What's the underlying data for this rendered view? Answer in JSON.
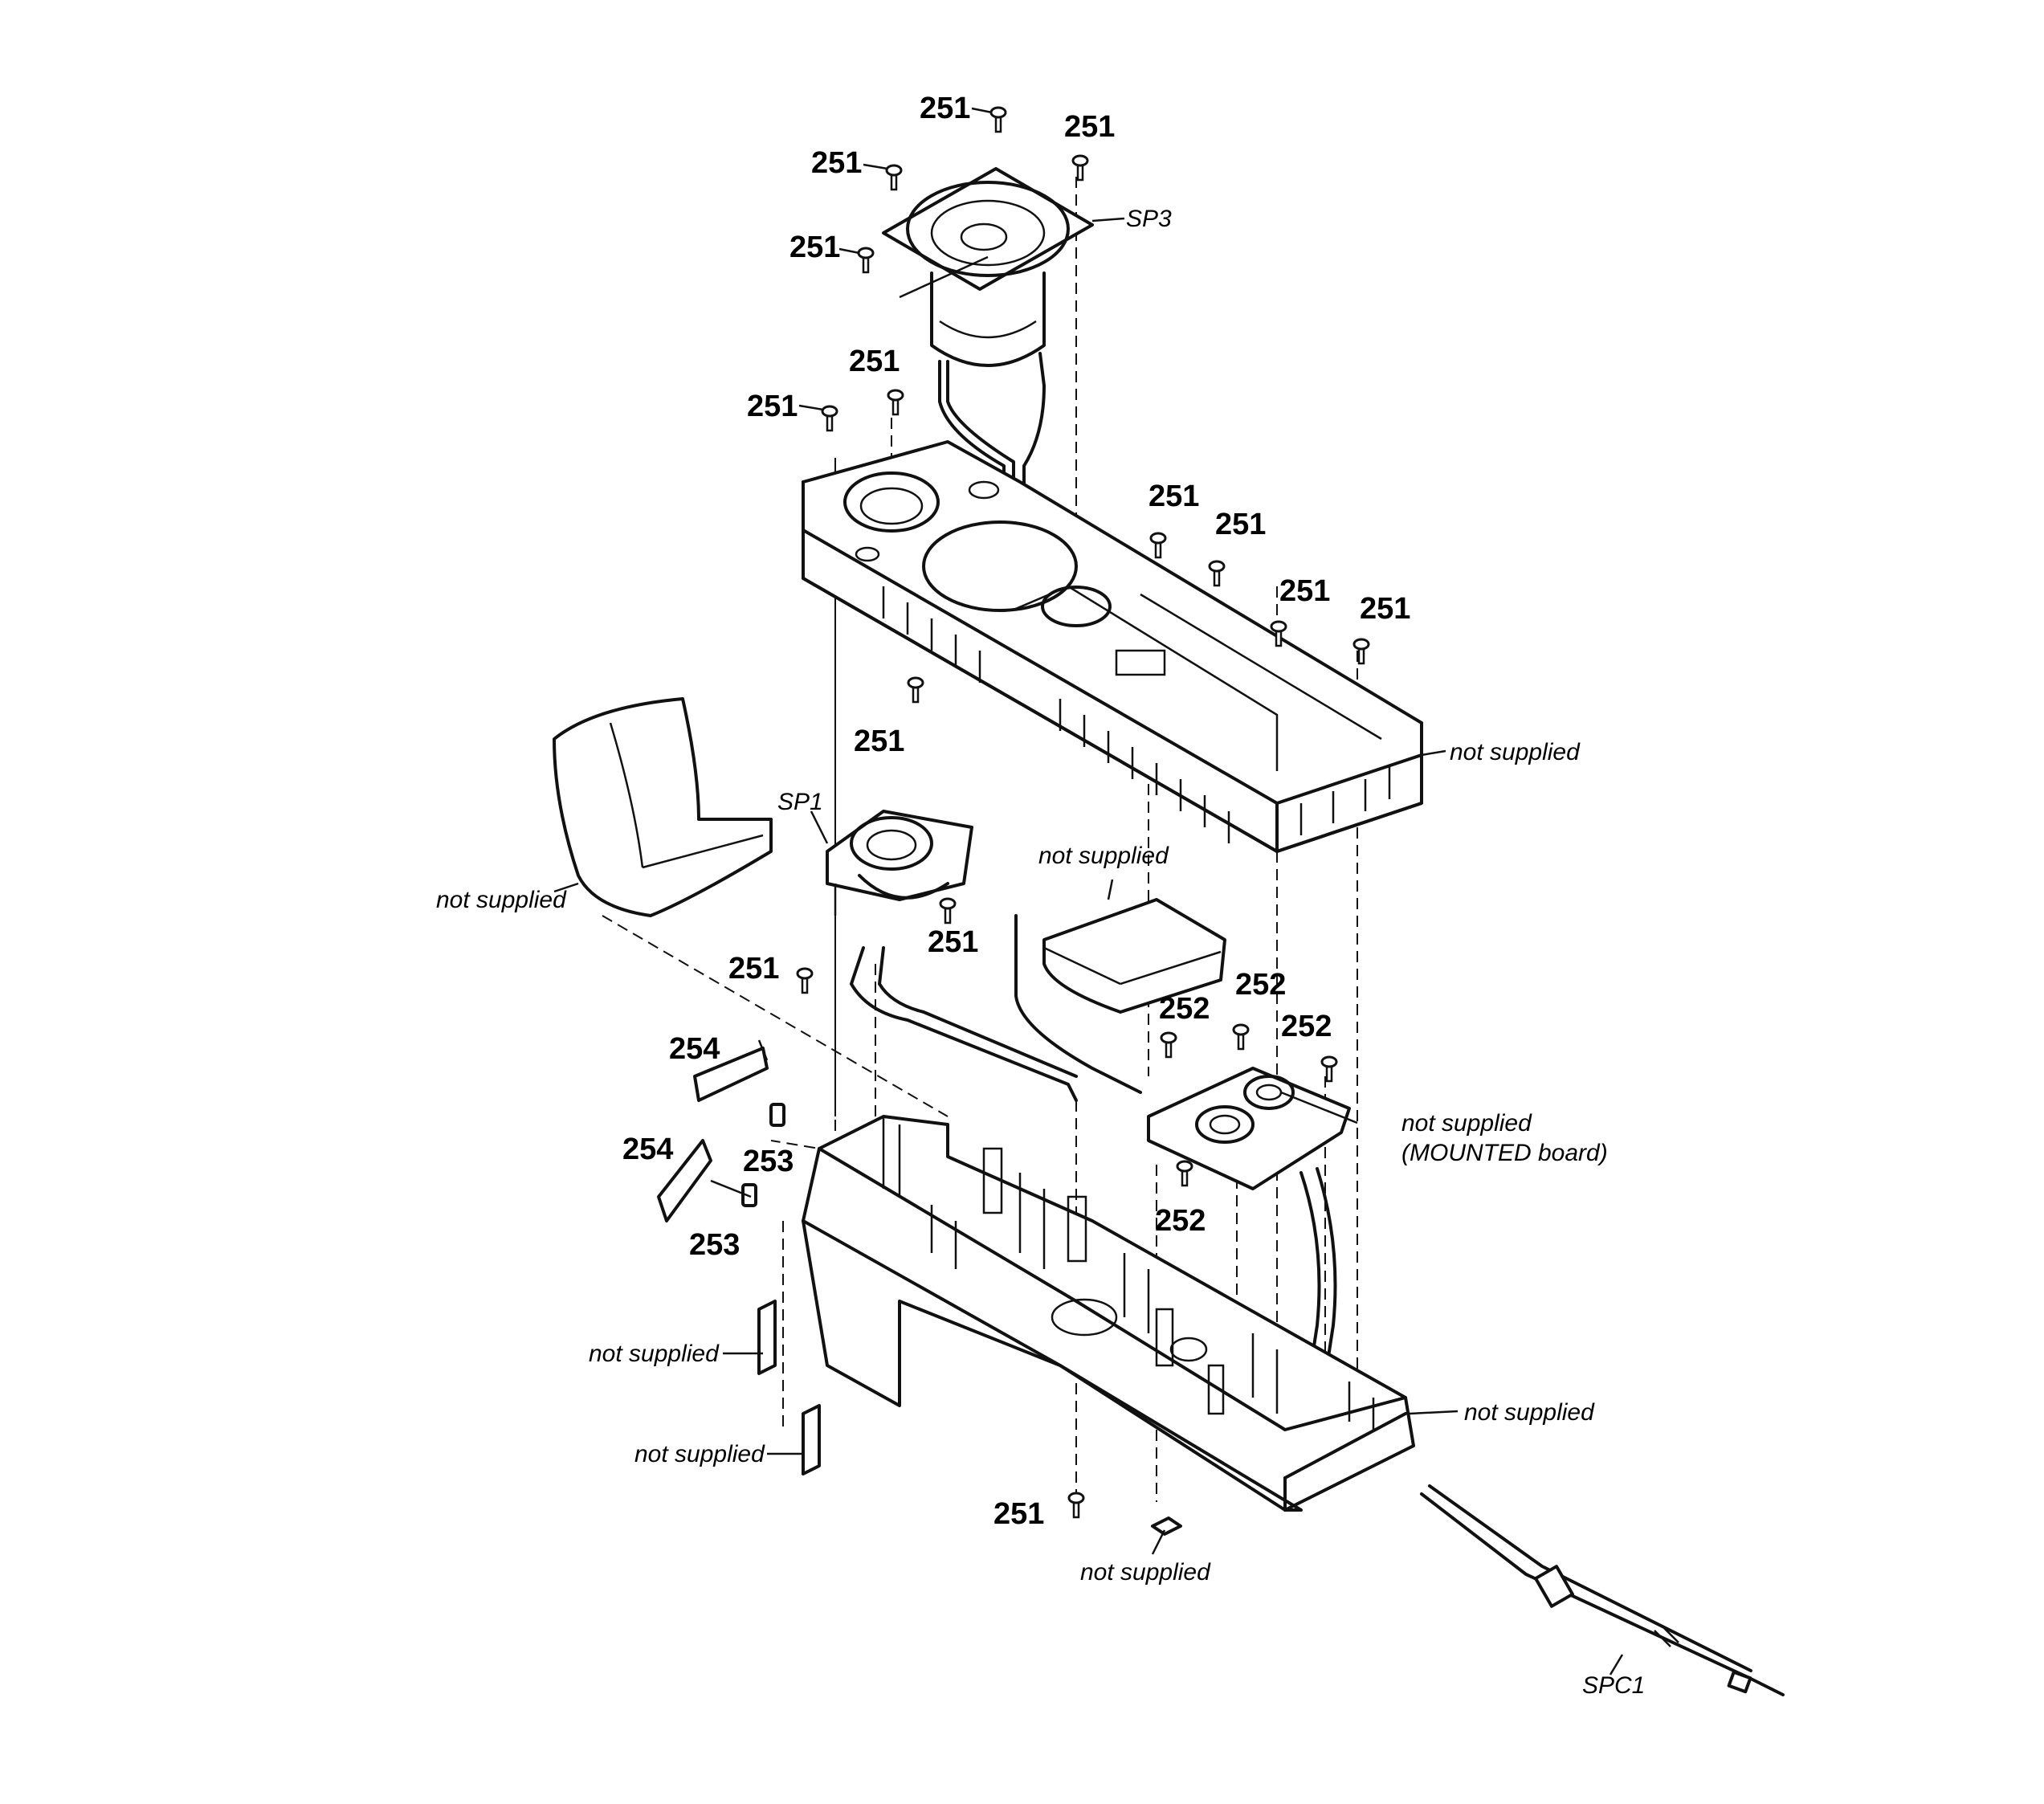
{
  "labels": {
    "screw_251": "251",
    "screw_252": "252",
    "part_253": "253",
    "part_254": "254",
    "sp3": "SP3",
    "sp1": "SP1",
    "spc1": "SPC1",
    "not_supplied": "not supplied",
    "mounted_board": "(MOUNTED board)"
  }
}
